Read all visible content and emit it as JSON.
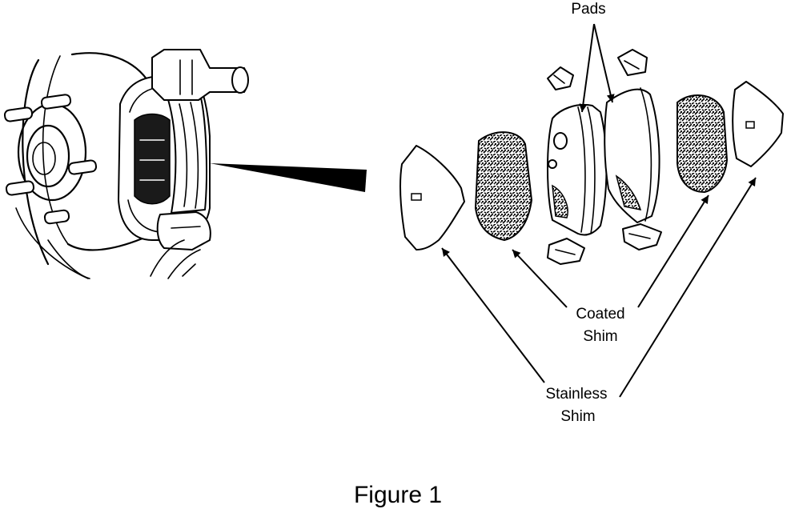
{
  "labels": {
    "pads": "Pads",
    "coated_shim_line1": "Coated",
    "coated_shim_line2": "Shim",
    "stainless_shim_line1": "Stainless",
    "stainless_shim_line2": "Shim"
  },
  "caption": "Figure 1",
  "colors": {
    "ink": "#000000",
    "paper": "#ffffff"
  }
}
